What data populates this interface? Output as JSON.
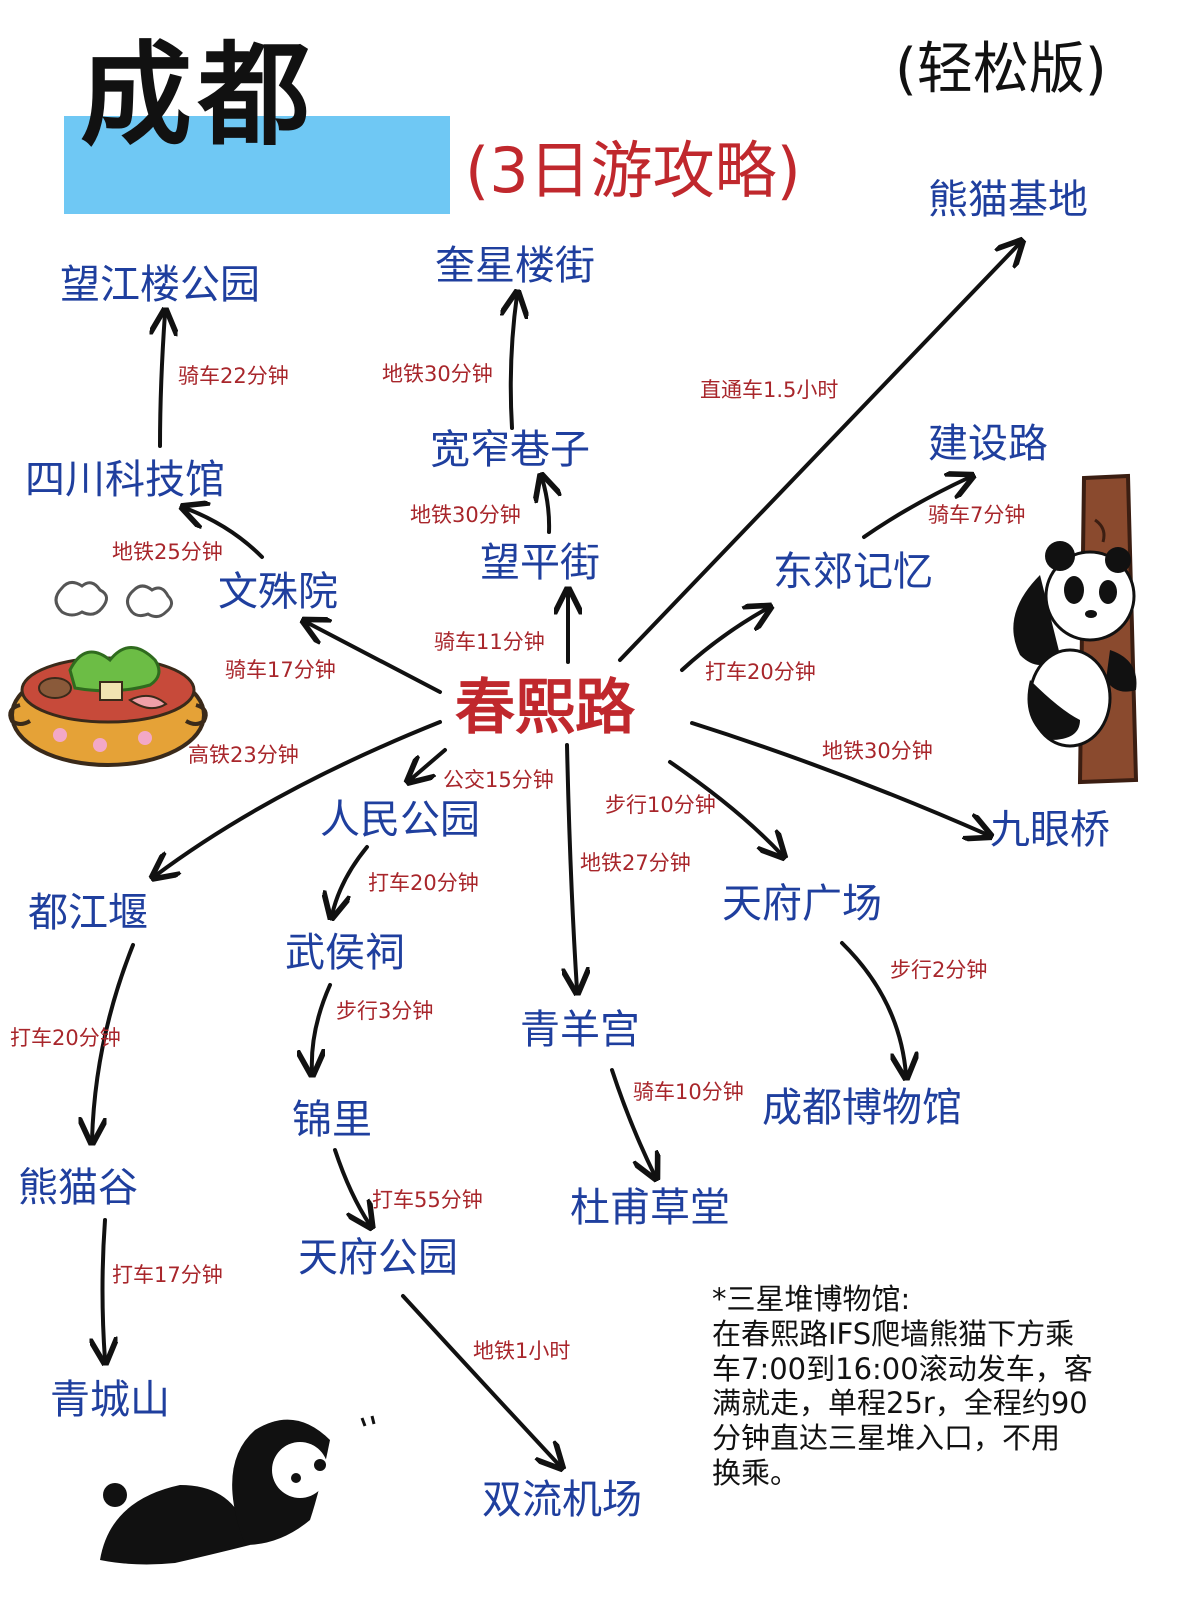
{
  "title": {
    "main": "成都",
    "sub": "(3日游攻略)",
    "tag": "(轻松版)"
  },
  "hub": "春熙路",
  "nodes": {
    "panda_base": "熊猫基地",
    "kuixing": "奎星楼街",
    "wangjiang": "望江楼公园",
    "kuanzhai": "宽窄巷子",
    "sichuan_museum": "四川科技馆",
    "wangping": "望平街",
    "wenshu": "文殊院",
    "jianshe": "建设路",
    "dongjiao": "东郊记忆",
    "renmin": "人民公园",
    "jiuyan": "九眼桥",
    "dujiangyan": "都江堰",
    "wuhou": "武侯祠",
    "tianfu_square": "天府广场",
    "qingyang": "青羊宫",
    "chengdu_museum": "成都博物馆",
    "jinli": "锦里",
    "dufu": "杜甫草堂",
    "panda_valley": "熊猫谷",
    "tianfu_park": "天府公园",
    "qingcheng": "青城山",
    "shuangliu": "双流机场"
  },
  "edges": {
    "to_panda_base": "直通车1.5小时",
    "to_kuixing": "地铁30分钟",
    "to_wangjiang": "骑车22分钟",
    "to_kuanzhai": "地铁30分钟",
    "to_sichuan_museum": "地铁25分钟",
    "to_wangping": "骑车11分钟",
    "to_wenshu": "骑车17分钟",
    "to_jianshe": "骑车7分钟",
    "to_dongjiao": "打车20分钟",
    "to_renmin": "公交15分钟",
    "to_jiuyan": "地铁30分钟",
    "to_dujiangyan": "高铁23分钟",
    "to_wuhou": "打车20分钟",
    "to_tianfu_square": "步行10分钟",
    "to_qingyang": "地铁27分钟",
    "to_chengdu_museum": "步行2分钟",
    "to_jinli": "步行3分钟",
    "to_dufu": "骑车10分钟",
    "to_panda_valley": "打车20分钟",
    "to_tianfu_park": "打车55分钟",
    "to_qingcheng": "打车17分钟",
    "to_shuangliu": "地铁1小时"
  },
  "note": {
    "heading": "*三星堆博物馆:",
    "lines": [
      "在春熙路IFS爬墙熊猫下方乘",
      "车7:00到16:00滚动发车，客",
      "满就走，单程25r，全程约90",
      "分钟直达三星堆入口，不用",
      "换乘。"
    ]
  },
  "colors": {
    "node": "#1f3f9e",
    "hub": "#c0282d",
    "edge_label": "#a8262b",
    "title_band": "#6fc8f4",
    "arrow": "#111111"
  }
}
